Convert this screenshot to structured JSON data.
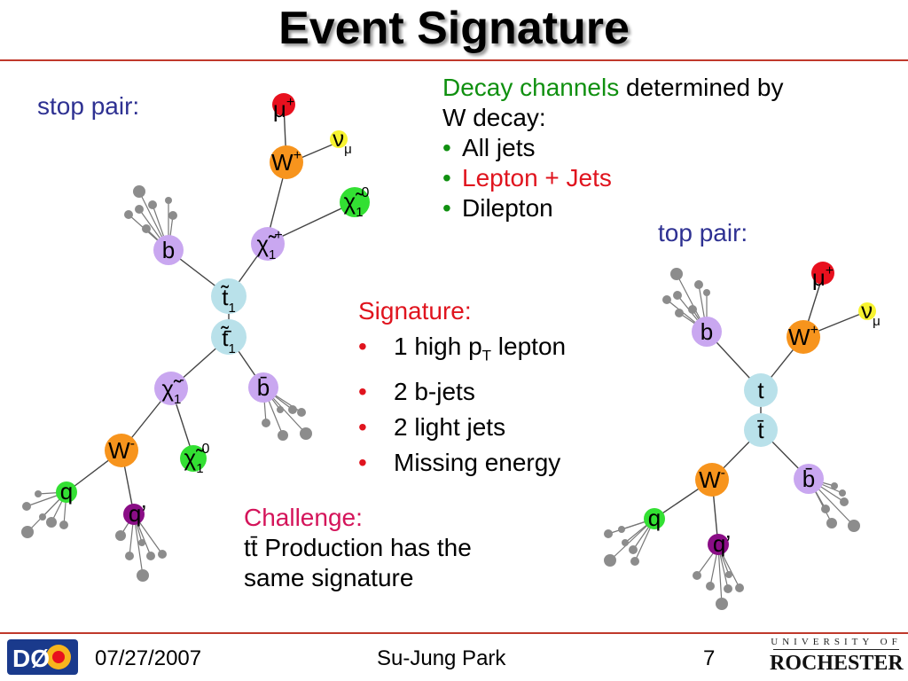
{
  "slide": {
    "title": "Event Signature"
  },
  "stop_diagram": {
    "label": "stop pair:",
    "mu": {
      "base": "μ",
      "sup": "+"
    },
    "nu": {
      "base": "ν",
      "sub": "μ"
    },
    "w_plus": {
      "base": "W",
      "sup": "+"
    },
    "chi0_top": {
      "base": "χ̃",
      "sub": "1",
      "sup": "0"
    },
    "chi_plus": {
      "base": "χ̃",
      "sub": "1",
      "sup": "+"
    },
    "b": "b",
    "t1": {
      "base": "t̃",
      "sub": "1"
    },
    "t1bar": {
      "base": "t̃̄",
      "sub": "1"
    },
    "chi_minus": {
      "base": "χ̃",
      "sub": "1",
      "sup": "-"
    },
    "bbar": "b̄",
    "w_minus": {
      "base": "W",
      "sup": "-"
    },
    "chi0_bottom": {
      "base": "χ̃",
      "sub": "1",
      "sup": "0"
    },
    "q": "q",
    "qprime": "q’"
  },
  "decay": {
    "heading_green": "Decay channels",
    "heading_rest": " determined by",
    "heading_line2": "W decay:",
    "bullet": "•",
    "items": [
      "All jets",
      "Lepton + Jets",
      "Dilepton"
    ]
  },
  "top_diagram": {
    "label": "top pair:",
    "mu": {
      "base": "μ",
      "sup": "+"
    },
    "nu": {
      "base": "ν",
      "sub": "μ"
    },
    "b": "b",
    "w_plus": {
      "base": "W",
      "sup": "+"
    },
    "t": "t",
    "tbar": "t̄",
    "w_minus": {
      "base": "W",
      "sup": "-"
    },
    "bbar": "b̄",
    "q": "q",
    "qprime": "q’"
  },
  "signature": {
    "heading": "Signature:",
    "bullet": "•",
    "item1_pre": "1 high p",
    "item1_sub": "T",
    "item1_post": " lepton",
    "items": [
      "2 b-jets",
      "2 light jets",
      "Missing energy"
    ]
  },
  "challenge": {
    "heading": "Challenge:",
    "line1": "tt̄ Production has the",
    "line2": "same signature"
  },
  "footer": {
    "date": "07/27/2007",
    "author": "Su-Jung Park",
    "page": "7",
    "logo_left_text": "DØ",
    "logo_right_top": "UNIVERSITY OF",
    "logo_right_bottom": "ROCHESTER"
  },
  "colors": {
    "rule": "#c0392b",
    "label_blue": "#2e3192",
    "green_text": "#109010",
    "red_text": "#e0141e",
    "node_blue": "#b9e1ea",
    "node_orange": "#f7941d",
    "node_purple": "#c9a7f0",
    "node_green": "#8cd12a",
    "node_red": "#e8101e",
    "node_yellow": "#f7f330",
    "node_lime": "#33e033",
    "node_darkpurple": "#8a0d86",
    "jet_gray": "#8c8c8c"
  }
}
